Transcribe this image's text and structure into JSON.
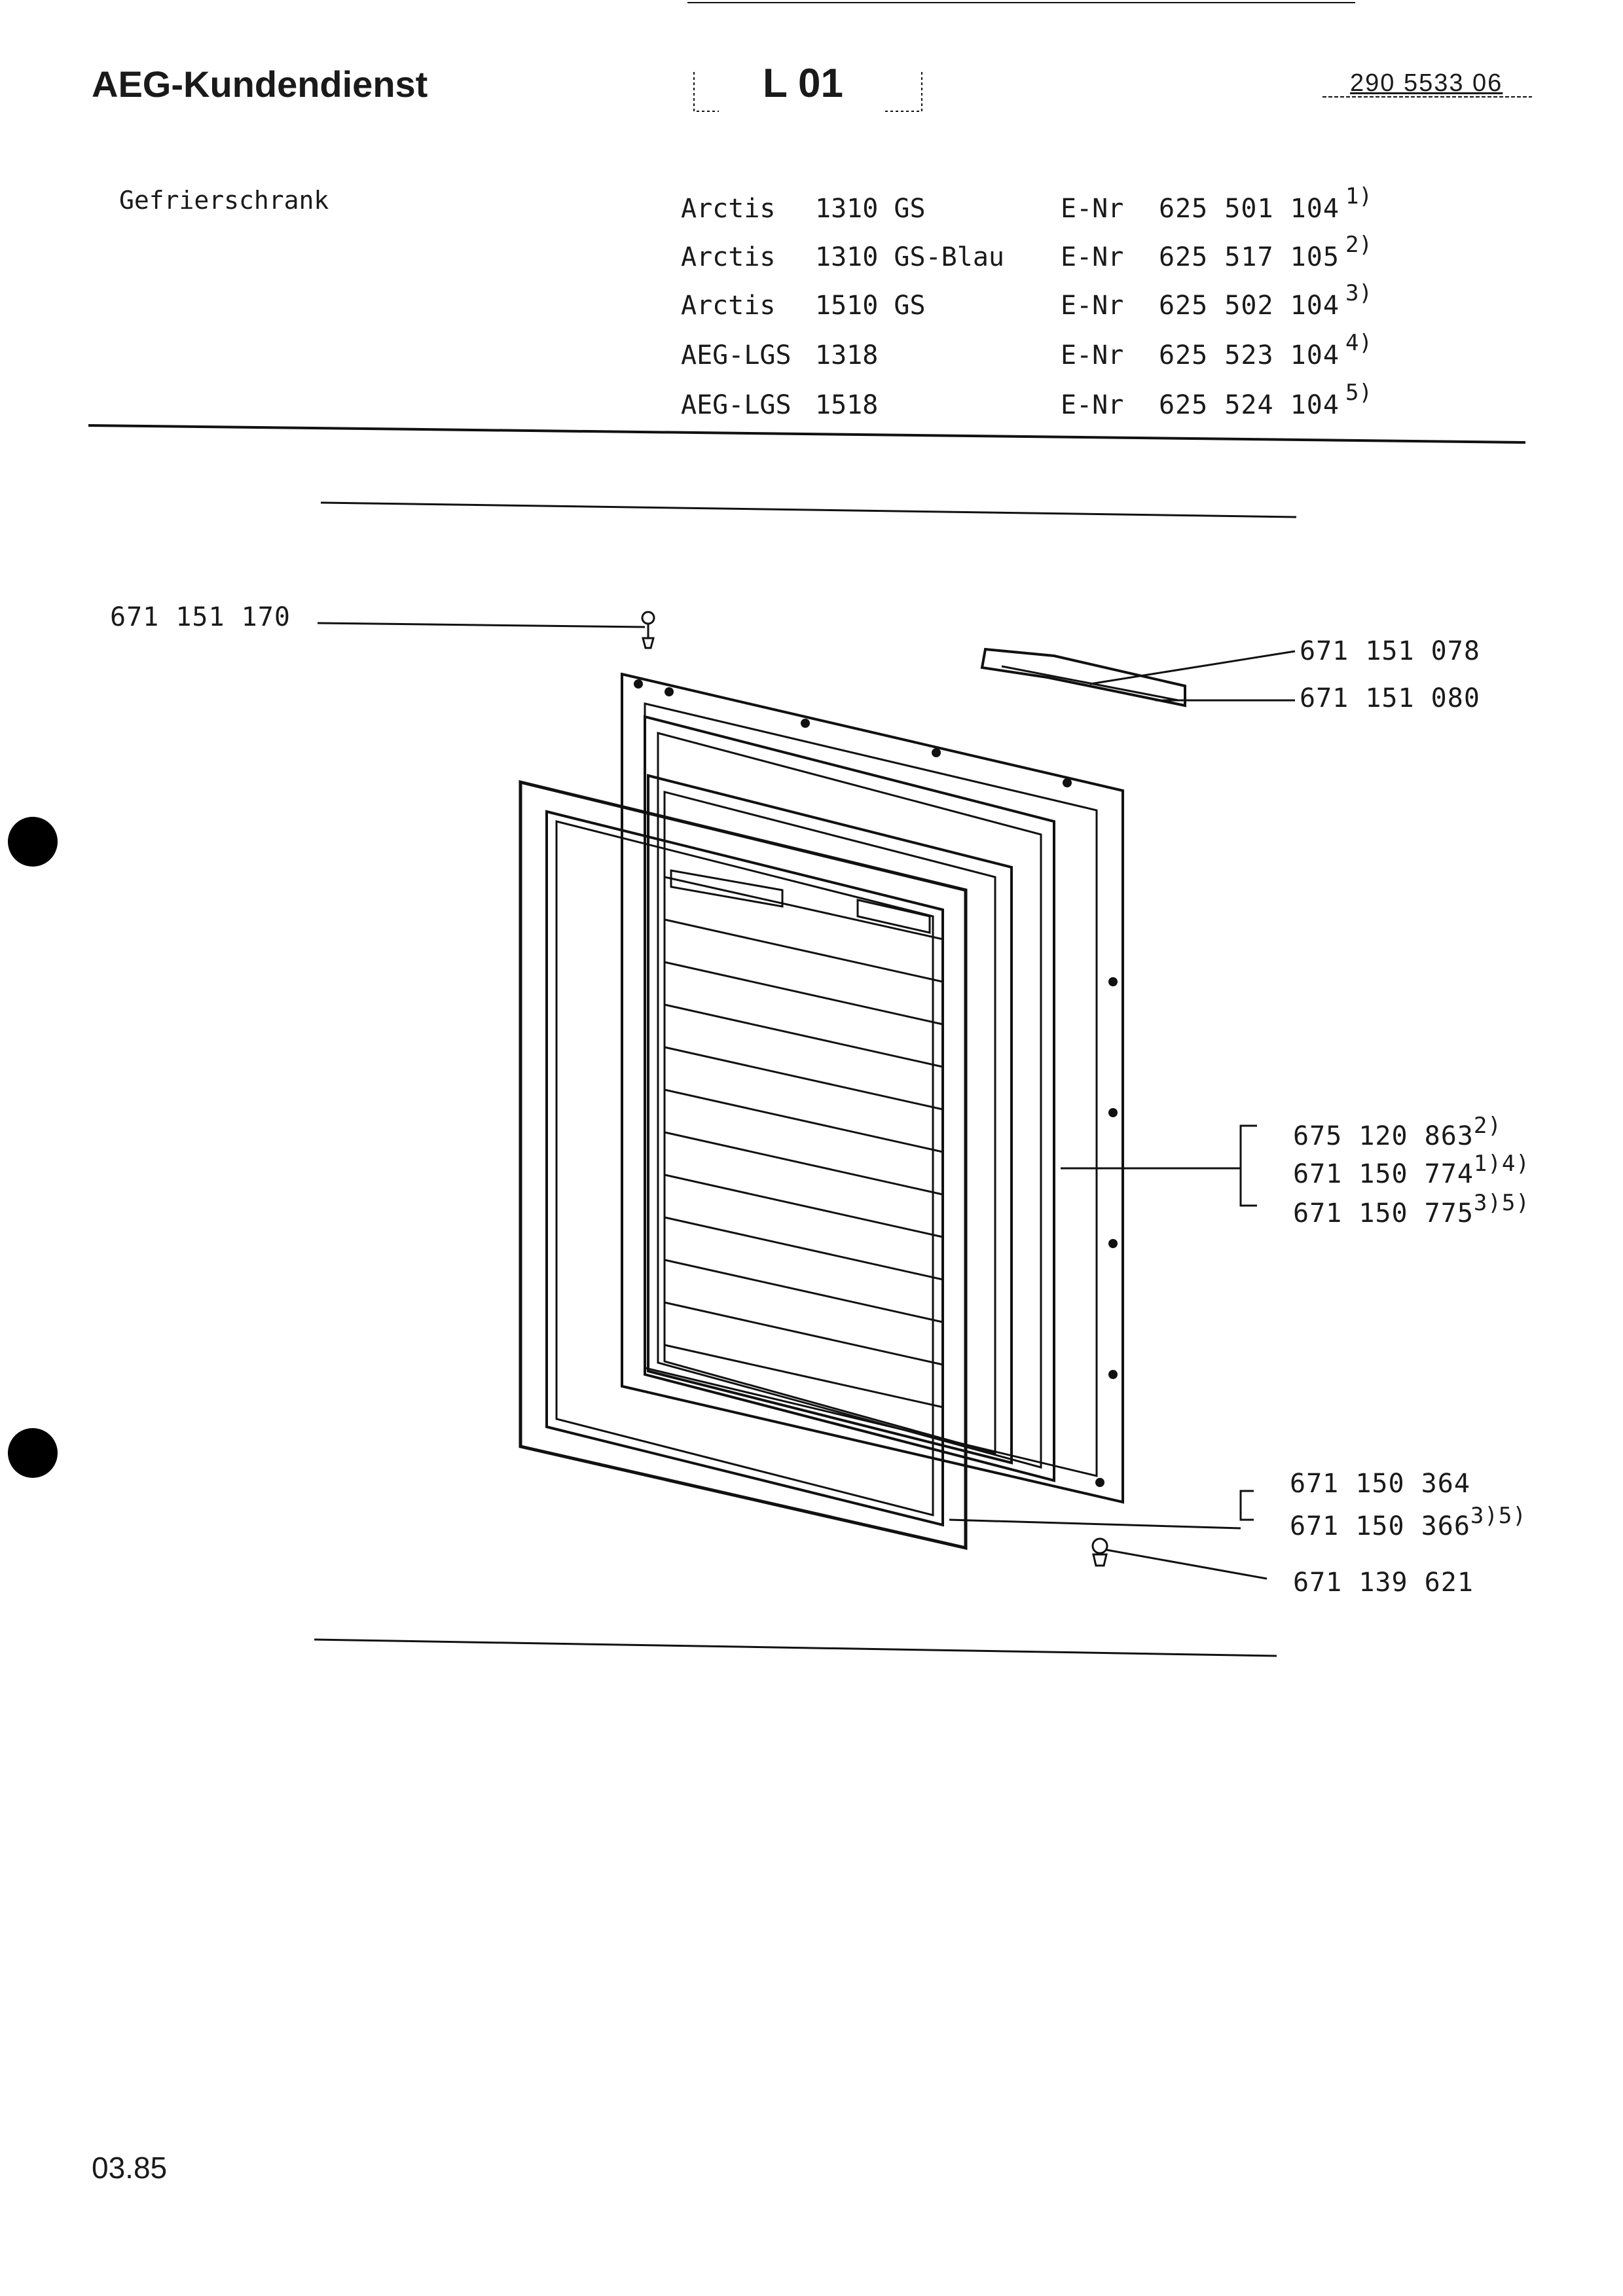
{
  "header": {
    "brand": "AEG-Kundendienst",
    "sheet": "L 01",
    "document_number": "290 5533 06"
  },
  "product_type": "Gefrierschrank",
  "models": [
    {
      "name": "Arctis",
      "model": "1310 GS",
      "enr_label": "E-Nr",
      "enr": "625 501 104",
      "ref": "1)"
    },
    {
      "name": "Arctis",
      "model": "1310 GS-Blau",
      "enr_label": "E-Nr",
      "enr": "625 517 105",
      "ref": "2)"
    },
    {
      "name": "Arctis",
      "model": "1510 GS",
      "enr_label": "E-Nr",
      "enr": "625 502 104",
      "ref": "3)"
    },
    {
      "name": "AEG-LGS",
      "model": "1318",
      "enr_label": "E-Nr",
      "enr": "625 523 104",
      "ref": "4)"
    },
    {
      "name": "AEG-LGS",
      "model": "1518",
      "enr_label": "E-Nr",
      "enr": "625 524 104",
      "ref": "5)"
    }
  ],
  "parts": [
    {
      "number": "671 151 170",
      "ref": ""
    },
    {
      "number": "671 151 078",
      "ref": ""
    },
    {
      "number": "671 151 080",
      "ref": ""
    },
    {
      "number": "675 120 863",
      "ref": "2)"
    },
    {
      "number": "671 150 774",
      "ref": "1)4)"
    },
    {
      "number": "671 150 775",
      "ref": "3)5)"
    },
    {
      "number": "671 150 364",
      "ref": ""
    },
    {
      "number": "671 150 366",
      "ref": "3)5)"
    },
    {
      "number": "671 139 621",
      "ref": ""
    }
  ],
  "footer": {
    "date": "03.85"
  }
}
